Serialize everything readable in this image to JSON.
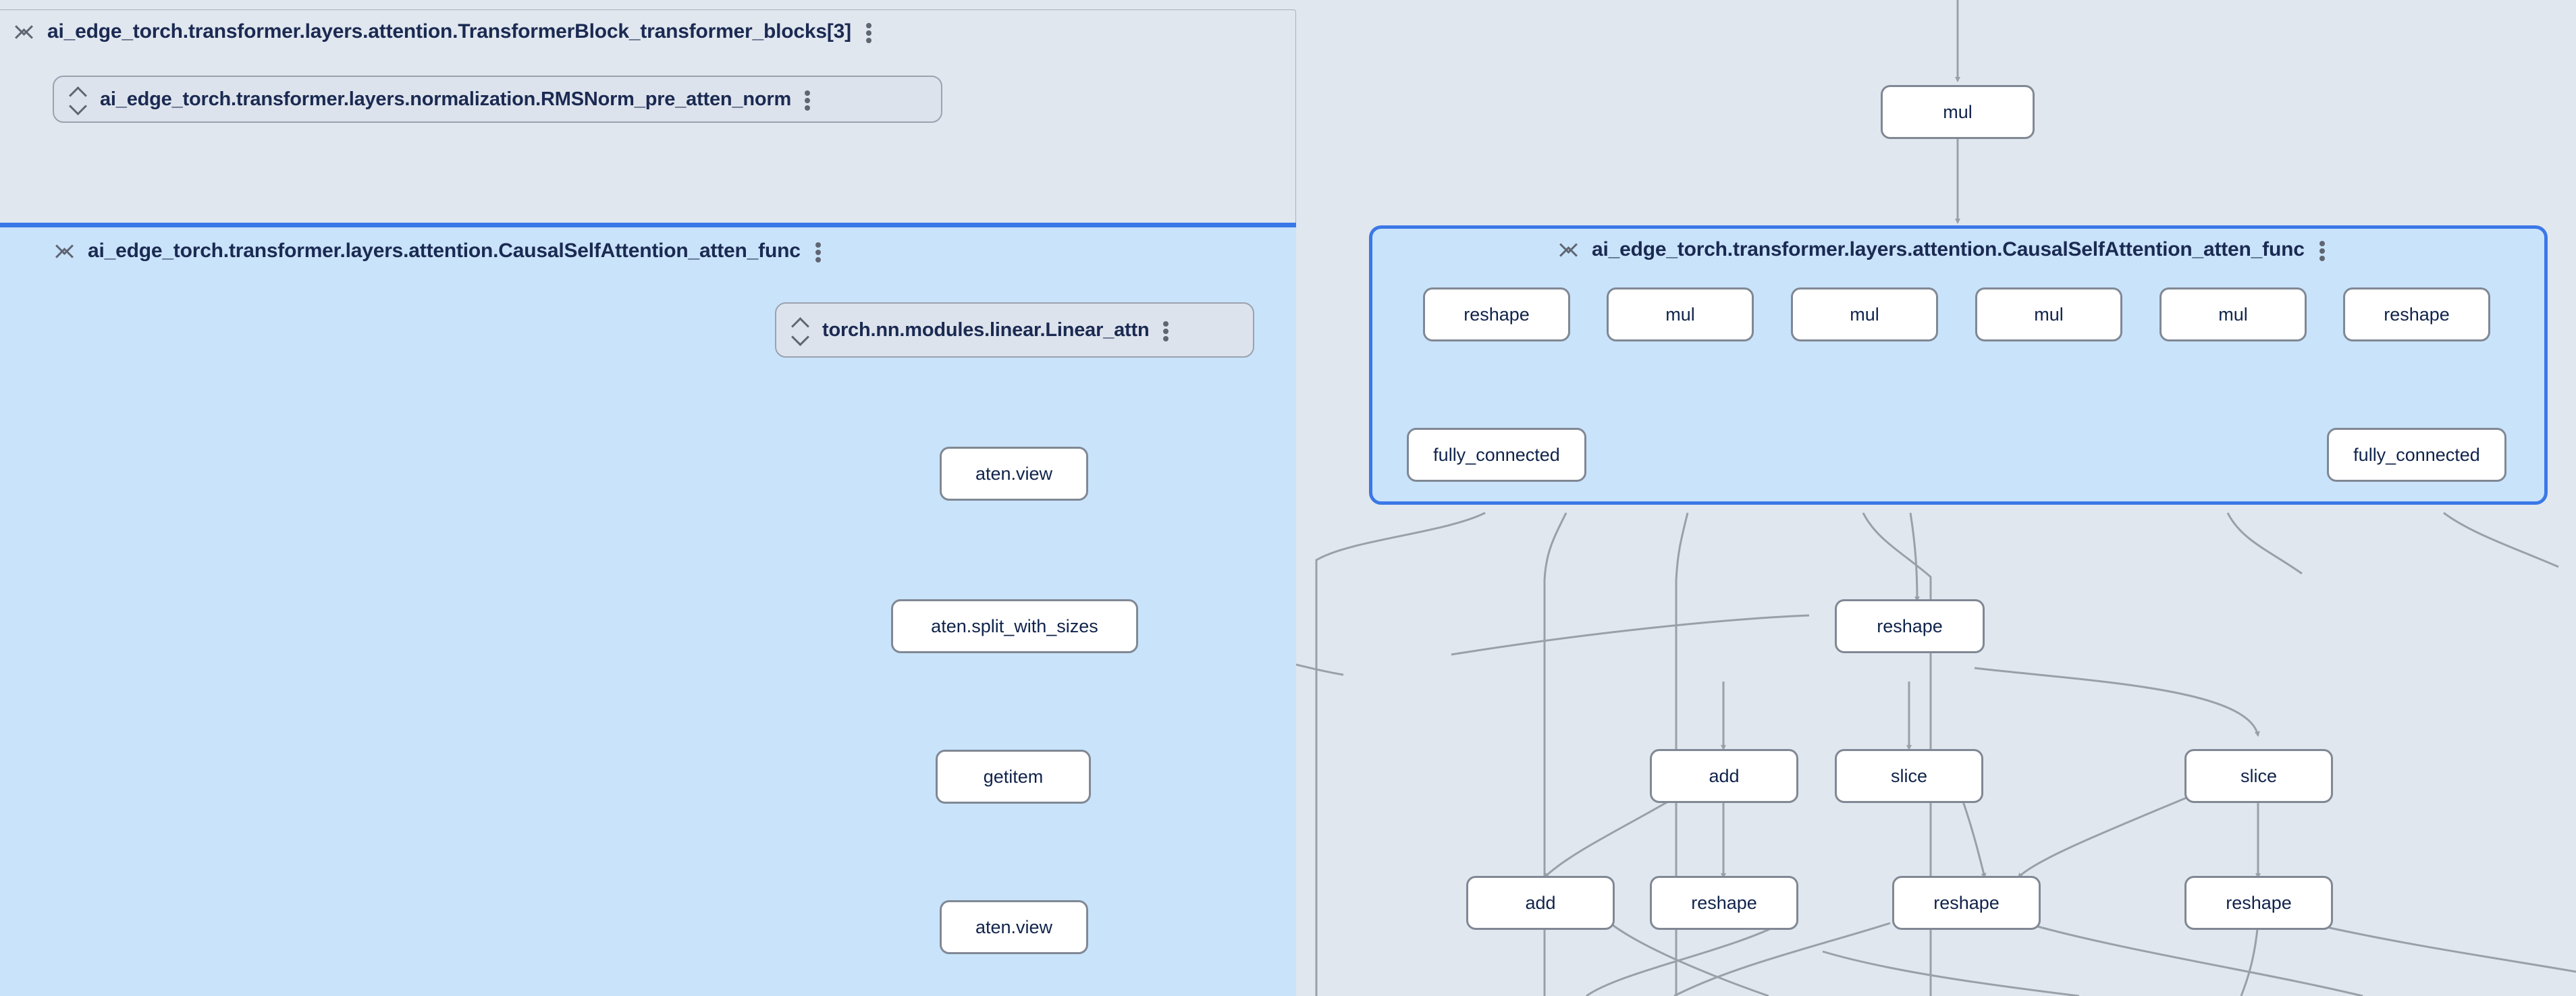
{
  "app": {
    "name": "model-graph-explorer",
    "background_color": "#e1e7ef",
    "selected_group_color": "#c9e3fa",
    "selected_border_color": "#3b78e7",
    "node_fill": "#ffffff",
    "node_border": "#808894",
    "edge_color": "#9aa0a8",
    "text_color": "#10234b"
  },
  "groups": [
    {
      "id": "transformer-block",
      "label": "ai_edge_torch.transformer.layers.attention.TransformerBlock_transformer_blocks[3]",
      "state": "expanded",
      "selected": false,
      "collapse_icon": "collapse-expand-icon",
      "menu_icon": "kebab-menu-icon"
    },
    {
      "id": "causal-self-attention-left",
      "label": "ai_edge_torch.transformer.layers.attention.CausalSelfAttention_atten_func",
      "state": "expanded",
      "selected": true,
      "collapse_icon": "collapse-expand-icon",
      "menu_icon": "kebab-menu-icon"
    },
    {
      "id": "causal-self-attention-right",
      "label": "ai_edge_torch.transformer.layers.attention.CausalSelfAttention_atten_func",
      "state": "expanded",
      "selected": true,
      "collapse_icon": "collapse-expand-icon",
      "menu_icon": "kebab-menu-icon"
    }
  ],
  "pills": [
    {
      "id": "rmsnorm-pre-atten-norm",
      "label": "ai_edge_torch.transformer.layers.normalization.RMSNorm_pre_atten_norm",
      "state": "collapsed",
      "collapse_icon": "expand-chevrons-icon",
      "menu_icon": "kebab-menu-icon"
    },
    {
      "id": "linear-attn",
      "label": "torch.nn.modules.linear.Linear_attn",
      "state": "collapsed",
      "collapse_icon": "expand-chevrons-icon",
      "menu_icon": "kebab-menu-icon"
    }
  ],
  "nodes": [
    {
      "id": "n-mul-top",
      "label": "mul"
    },
    {
      "id": "n-reshape-q",
      "label": "reshape"
    },
    {
      "id": "n-mul-1",
      "label": "mul"
    },
    {
      "id": "n-mul-2",
      "label": "mul"
    },
    {
      "id": "n-mul-3",
      "label": "mul"
    },
    {
      "id": "n-mul-4",
      "label": "mul"
    },
    {
      "id": "n-reshape-k",
      "label": "reshape"
    },
    {
      "id": "n-fc-left",
      "label": "fully_connected"
    },
    {
      "id": "n-fc-right",
      "label": "fully_connected"
    },
    {
      "id": "n-aten-view-1",
      "label": "aten.view"
    },
    {
      "id": "n-split",
      "label": "aten.split_with_sizes"
    },
    {
      "id": "n-getitem",
      "label": "getitem"
    },
    {
      "id": "n-aten-view-2",
      "label": "aten.view"
    },
    {
      "id": "n-reshape-mid",
      "label": "reshape"
    },
    {
      "id": "n-add-1",
      "label": "add"
    },
    {
      "id": "n-slice-1",
      "label": "slice"
    },
    {
      "id": "n-slice-2",
      "label": "slice"
    },
    {
      "id": "n-add-2",
      "label": "add"
    },
    {
      "id": "n-reshape-b1",
      "label": "reshape"
    },
    {
      "id": "n-reshape-b2",
      "label": "reshape"
    },
    {
      "id": "n-reshape-b3",
      "label": "reshape"
    }
  ]
}
